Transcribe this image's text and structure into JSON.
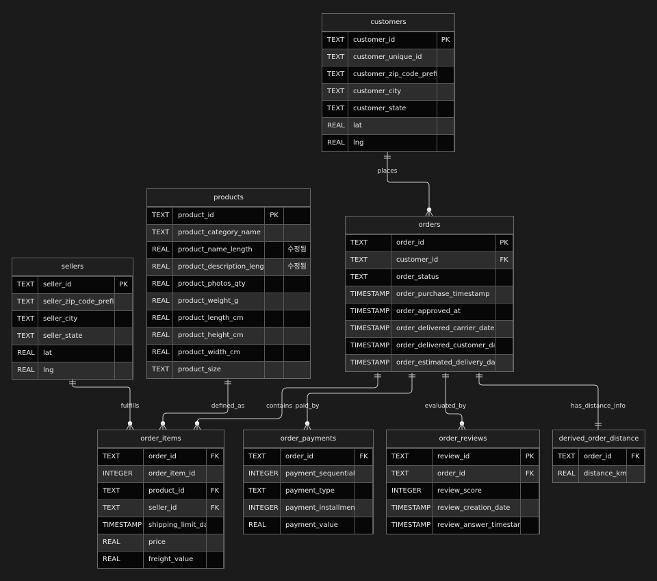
{
  "entities": {
    "customers": {
      "title": "customers",
      "rows": [
        {
          "type": "TEXT",
          "name": "customer_id",
          "key": "PK",
          "note": ""
        },
        {
          "type": "TEXT",
          "name": "customer_unique_id",
          "key": "",
          "note": ""
        },
        {
          "type": "TEXT",
          "name": "customer_zip_code_prefix",
          "key": "",
          "note": ""
        },
        {
          "type": "TEXT",
          "name": "customer_city",
          "key": "",
          "note": ""
        },
        {
          "type": "TEXT",
          "name": "customer_state",
          "key": "",
          "note": ""
        },
        {
          "type": "REAL",
          "name": "lat",
          "key": "",
          "note": ""
        },
        {
          "type": "REAL",
          "name": "lng",
          "key": "",
          "note": ""
        }
      ]
    },
    "products": {
      "title": "products",
      "rows": [
        {
          "type": "TEXT",
          "name": "product_id",
          "key": "PK",
          "note": ""
        },
        {
          "type": "TEXT",
          "name": "product_category_name",
          "key": "",
          "note": ""
        },
        {
          "type": "REAL",
          "name": "product_name_length",
          "key": "",
          "note": "수정됨"
        },
        {
          "type": "REAL",
          "name": "product_description_length",
          "key": "",
          "note": "수정됨"
        },
        {
          "type": "REAL",
          "name": "product_photos_qty",
          "key": "",
          "note": ""
        },
        {
          "type": "REAL",
          "name": "product_weight_g",
          "key": "",
          "note": ""
        },
        {
          "type": "REAL",
          "name": "product_length_cm",
          "key": "",
          "note": ""
        },
        {
          "type": "REAL",
          "name": "product_height_cm",
          "key": "",
          "note": ""
        },
        {
          "type": "REAL",
          "name": "product_width_cm",
          "key": "",
          "note": ""
        },
        {
          "type": "TEXT",
          "name": "product_size",
          "key": "",
          "note": ""
        }
      ]
    },
    "sellers": {
      "title": "sellers",
      "rows": [
        {
          "type": "TEXT",
          "name": "seller_id",
          "key": "PK",
          "note": ""
        },
        {
          "type": "TEXT",
          "name": "seller_zip_code_prefix",
          "key": "",
          "note": ""
        },
        {
          "type": "TEXT",
          "name": "seller_city",
          "key": "",
          "note": ""
        },
        {
          "type": "TEXT",
          "name": "seller_state",
          "key": "",
          "note": ""
        },
        {
          "type": "REAL",
          "name": "lat",
          "key": "",
          "note": ""
        },
        {
          "type": "REAL",
          "name": "lng",
          "key": "",
          "note": ""
        }
      ]
    },
    "orders": {
      "title": "orders",
      "rows": [
        {
          "type": "TEXT",
          "name": "order_id",
          "key": "PK",
          "note": ""
        },
        {
          "type": "TEXT",
          "name": "customer_id",
          "key": "FK",
          "note": ""
        },
        {
          "type": "TEXT",
          "name": "order_status",
          "key": "",
          "note": ""
        },
        {
          "type": "TIMESTAMP",
          "name": "order_purchase_timestamp",
          "key": "",
          "note": ""
        },
        {
          "type": "TIMESTAMP",
          "name": "order_approved_at",
          "key": "",
          "note": ""
        },
        {
          "type": "TIMESTAMP",
          "name": "order_delivered_carrier_date",
          "key": "",
          "note": ""
        },
        {
          "type": "TIMESTAMP",
          "name": "order_delivered_customer_date",
          "key": "",
          "note": ""
        },
        {
          "type": "TIMESTAMP",
          "name": "order_estimated_delivery_date",
          "key": "",
          "note": ""
        }
      ]
    },
    "order_items": {
      "title": "order_items",
      "rows": [
        {
          "type": "TEXT",
          "name": "order_id",
          "key": "FK",
          "note": ""
        },
        {
          "type": "INTEGER",
          "name": "order_item_id",
          "key": "",
          "note": ""
        },
        {
          "type": "TEXT",
          "name": "product_id",
          "key": "FK",
          "note": ""
        },
        {
          "type": "TEXT",
          "name": "seller_id",
          "key": "FK",
          "note": ""
        },
        {
          "type": "TIMESTAMP",
          "name": "shipping_limit_date",
          "key": "",
          "note": ""
        },
        {
          "type": "REAL",
          "name": "price",
          "key": "",
          "note": ""
        },
        {
          "type": "REAL",
          "name": "freight_value",
          "key": "",
          "note": ""
        }
      ]
    },
    "order_payments": {
      "title": "order_payments",
      "rows": [
        {
          "type": "TEXT",
          "name": "order_id",
          "key": "FK",
          "note": ""
        },
        {
          "type": "INTEGER",
          "name": "payment_sequential",
          "key": "",
          "note": ""
        },
        {
          "type": "TEXT",
          "name": "payment_type",
          "key": "",
          "note": ""
        },
        {
          "type": "INTEGER",
          "name": "payment_installments",
          "key": "",
          "note": ""
        },
        {
          "type": "REAL",
          "name": "payment_value",
          "key": "",
          "note": ""
        }
      ]
    },
    "order_reviews": {
      "title": "order_reviews",
      "rows": [
        {
          "type": "TEXT",
          "name": "review_id",
          "key": "PK",
          "note": ""
        },
        {
          "type": "TEXT",
          "name": "order_id",
          "key": "FK",
          "note": ""
        },
        {
          "type": "INTEGER",
          "name": "review_score",
          "key": "",
          "note": ""
        },
        {
          "type": "TIMESTAMP",
          "name": "review_creation_date",
          "key": "",
          "note": ""
        },
        {
          "type": "TIMESTAMP",
          "name": "review_answer_timestamp",
          "key": "",
          "note": ""
        }
      ]
    },
    "derived_order_distance": {
      "title": "derived_order_distance",
      "rows": [
        {
          "type": "TEXT",
          "name": "order_id",
          "key": "FK",
          "note": ""
        },
        {
          "type": "REAL",
          "name": "distance_km",
          "key": "",
          "note": ""
        }
      ]
    }
  },
  "relationships": [
    {
      "id": "places",
      "label": "places",
      "from": "customers",
      "to": "orders"
    },
    {
      "id": "fulfills",
      "label": "fulfills",
      "from": "sellers",
      "to": "order_items"
    },
    {
      "id": "defined_as",
      "label": "defined_as",
      "from": "products",
      "to": "order_items"
    },
    {
      "id": "contains",
      "label": "contains",
      "from": "orders",
      "to": "order_items"
    },
    {
      "id": "paid_by",
      "label": "paid_by",
      "from": "orders",
      "to": "order_payments"
    },
    {
      "id": "evaluated_by",
      "label": "evaluated_by",
      "from": "orders",
      "to": "order_reviews"
    },
    {
      "id": "has_distance_info",
      "label": "has_distance_info",
      "from": "orders",
      "to": "derived_order_distance"
    }
  ],
  "colors": {
    "background": "#1b1b1b",
    "line": "#cfcfcf",
    "border": "#6b6b6b"
  }
}
